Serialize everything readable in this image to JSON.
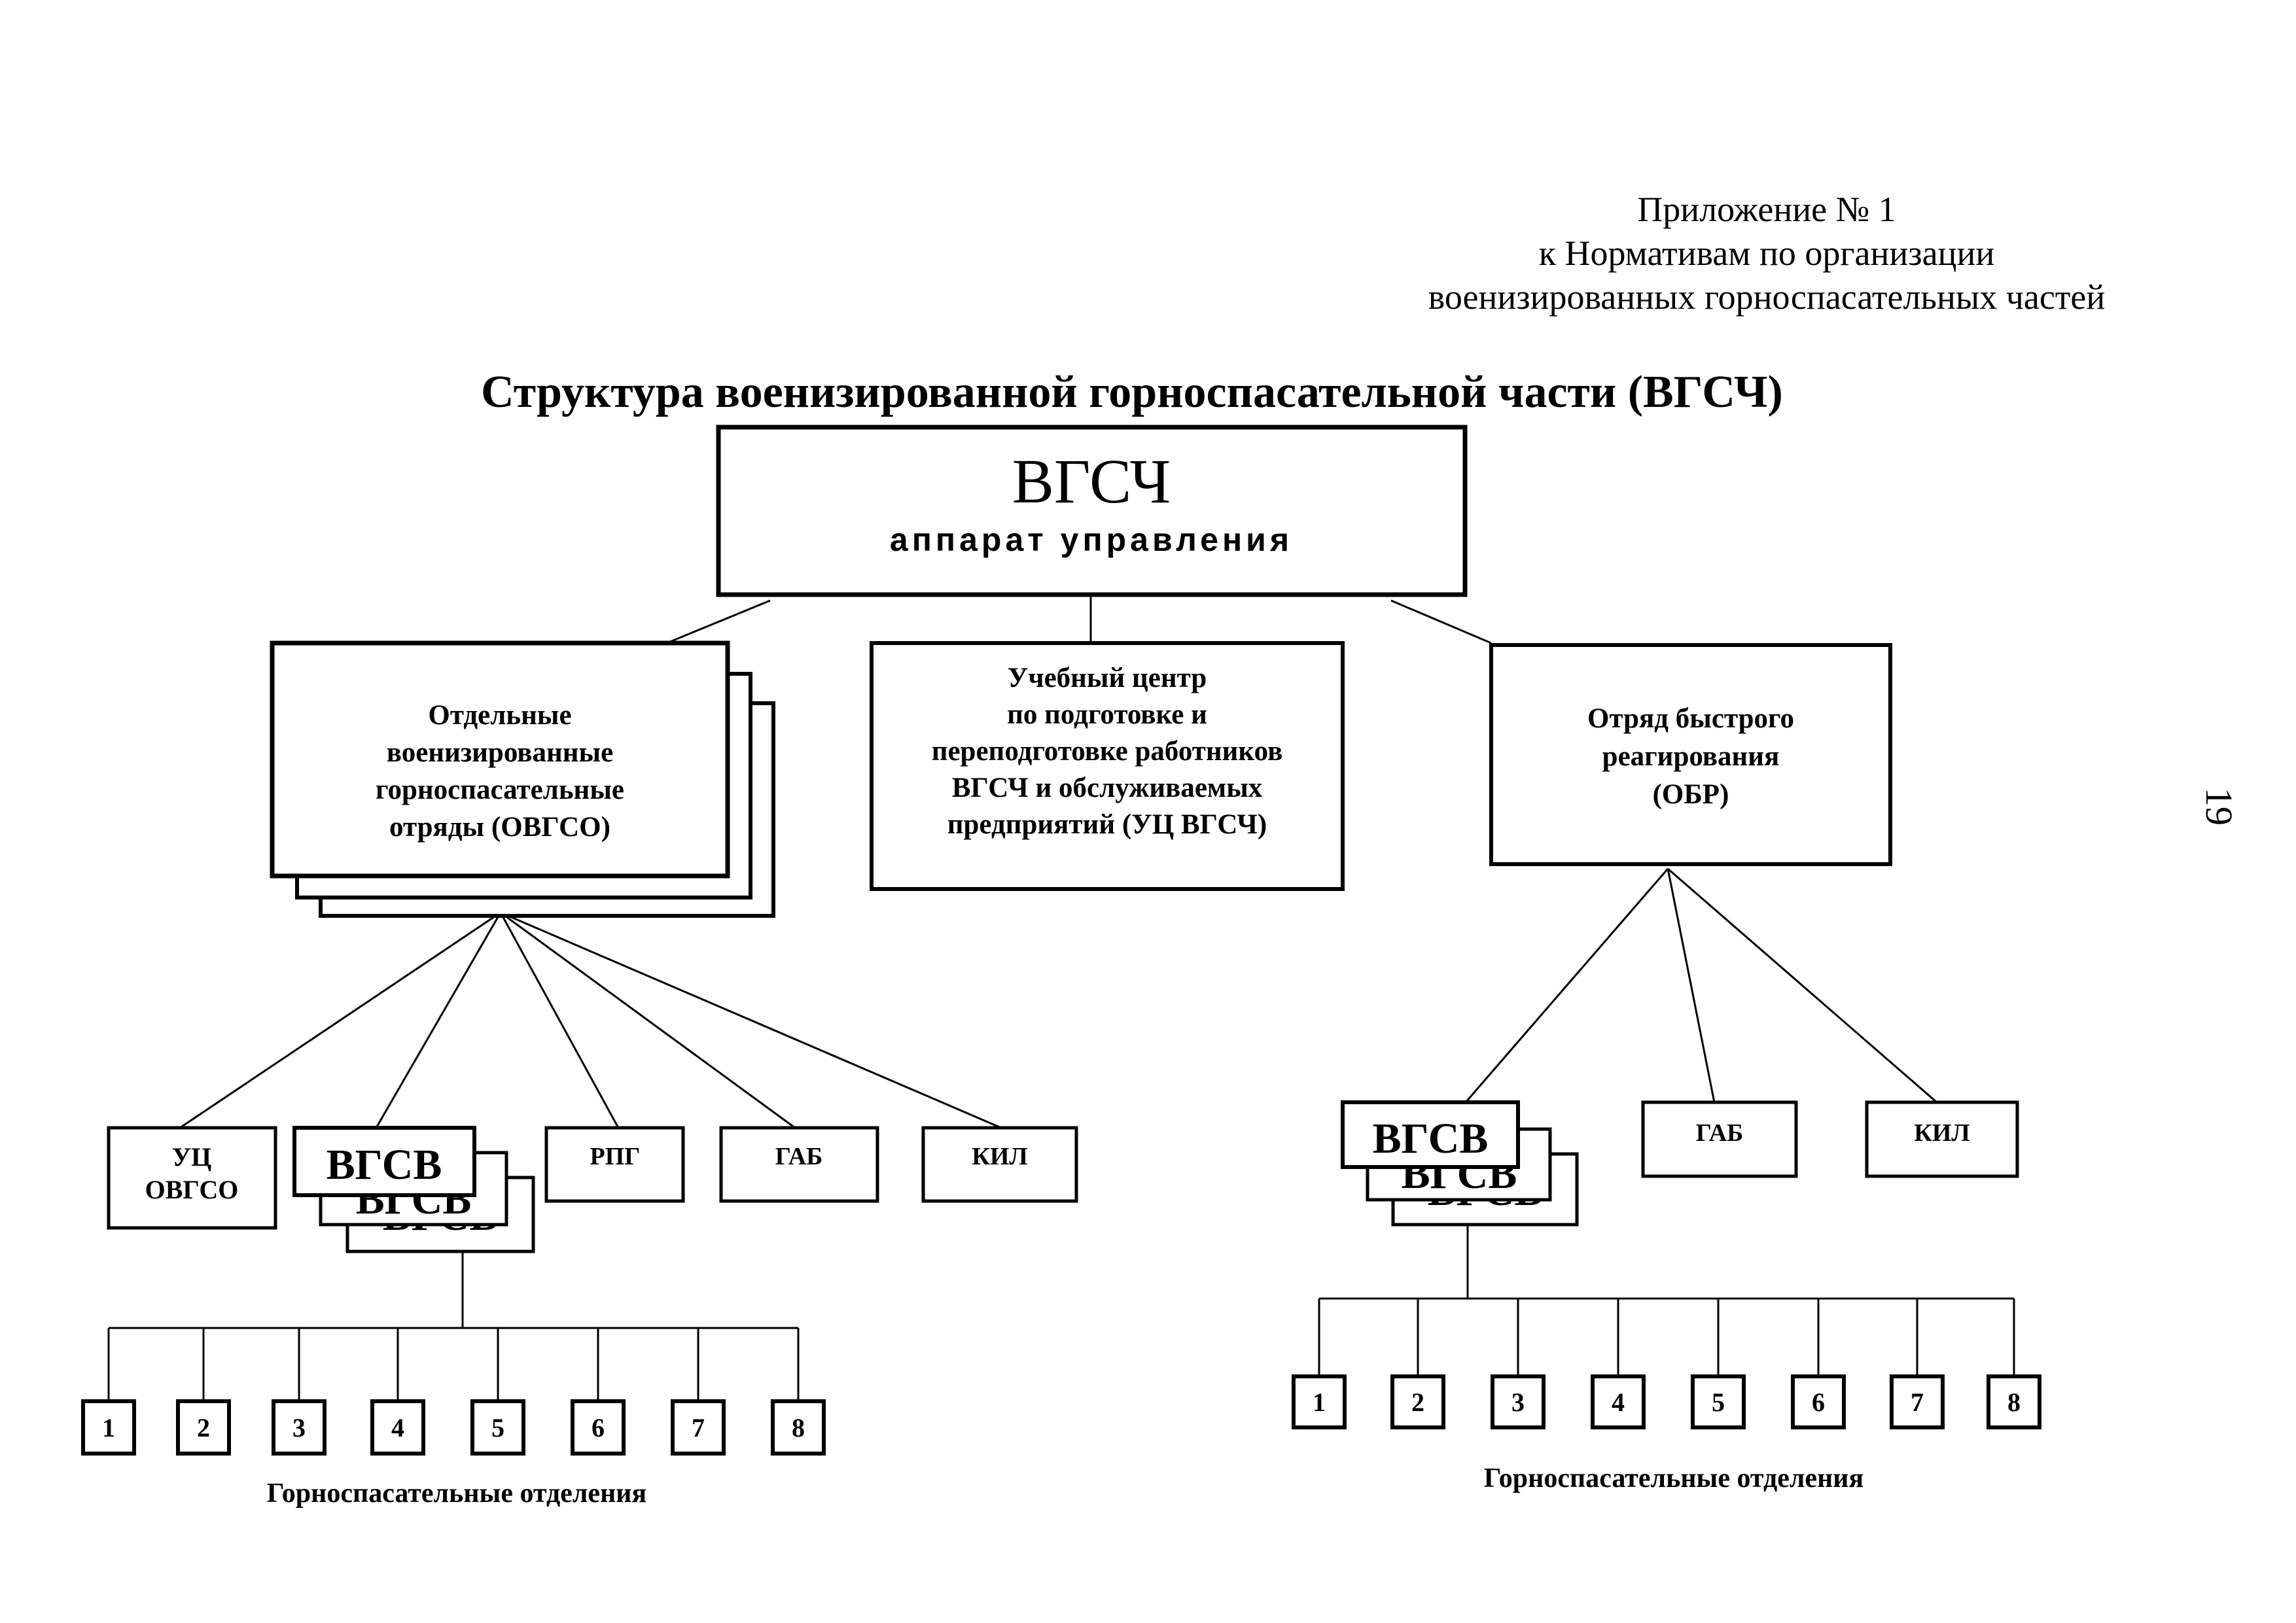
{
  "appendix": {
    "line1": "Приложение № 1",
    "line2": "к Нормативам по организации",
    "line3": "военизированных горноспасательных частей"
  },
  "page_number": "19",
  "title": "Структура военизированной горноспасательной части (ВГСЧ)",
  "root": {
    "abbr": "ВГСЧ",
    "subtitle": "аппарат управления"
  },
  "level2": {
    "ovgso": [
      "Отдельные",
      "военизированные",
      "горноспасательные",
      "отряды (ОВГСО)"
    ],
    "uc": [
      "Учебный центр",
      "по подготовке и",
      "переподготовке работников",
      "ВГСЧ и обслуживаемых",
      "предприятий (УЦ ВГСЧ)"
    ],
    "obr": [
      "Отряд быстрого",
      "реагирования",
      "(ОБР)"
    ]
  },
  "ovgso_children": {
    "uc_ovgso": [
      "УЦ",
      "ОВГСО"
    ],
    "vgsv": "ВГСВ",
    "rpg": "РПГ",
    "gab": "ГАБ",
    "kil": "КИЛ"
  },
  "obr_children": {
    "vgsv": "ВГСВ",
    "gab": "ГАБ",
    "kil": "КИЛ"
  },
  "sections_left": [
    "1",
    "2",
    "3",
    "4",
    "5",
    "6",
    "7",
    "8"
  ],
  "sections_right": [
    "1",
    "2",
    "3",
    "4",
    "5",
    "6",
    "7",
    "8"
  ],
  "sections_caption": "Горноспасательные отделения"
}
